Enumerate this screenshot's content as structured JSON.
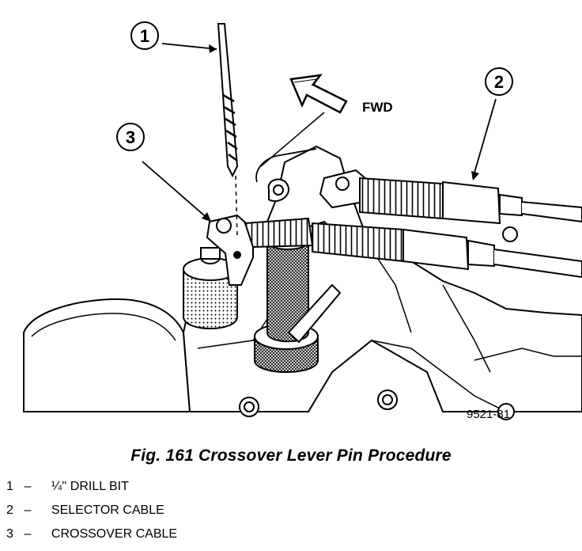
{
  "figure": {
    "callouts": [
      {
        "number": "1"
      },
      {
        "number": "2"
      },
      {
        "number": "3"
      }
    ],
    "direction_label": "FWD",
    "figure_id": "9521-81"
  },
  "caption": "Fig. 161 Crossover Lever Pin Procedure",
  "legend": [
    {
      "number": "1",
      "dash": "–",
      "text": "¼'' DRILL BIT"
    },
    {
      "number": "2",
      "dash": "–",
      "text": "SELECTOR CABLE"
    },
    {
      "number": "3",
      "dash": "–",
      "text": "CROSSOVER CABLE"
    }
  ]
}
